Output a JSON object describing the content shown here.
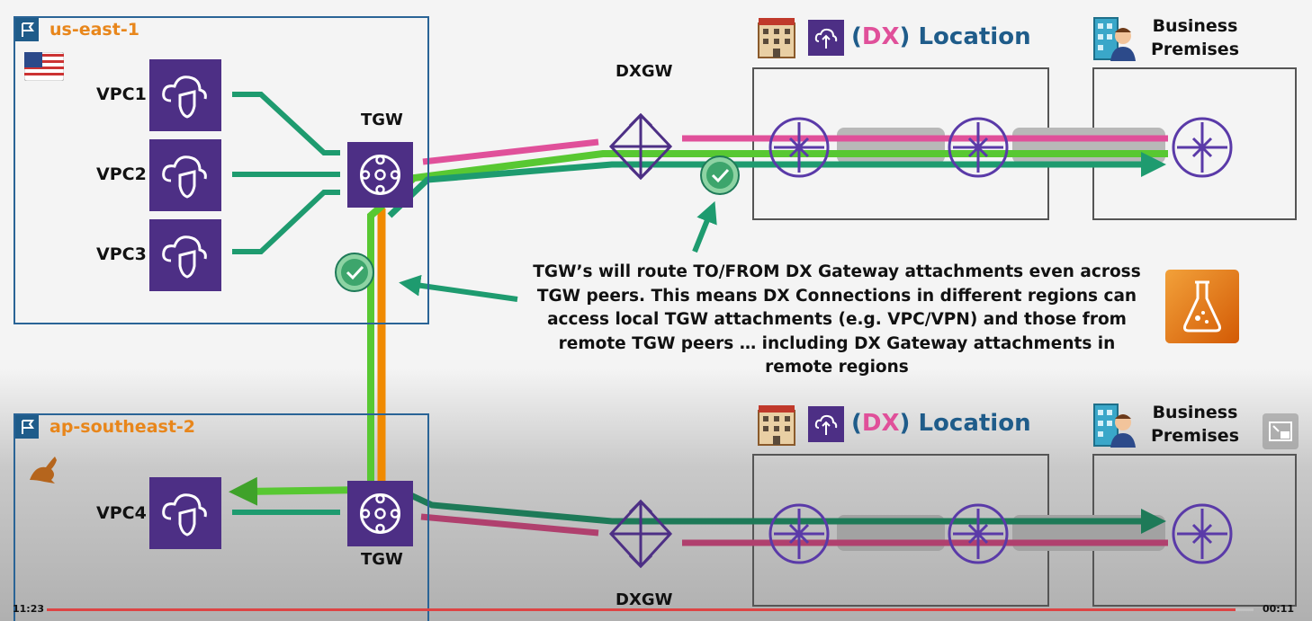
{
  "regions": {
    "top": {
      "title": "us-east-1"
    },
    "bottom": {
      "title": "ap-southeast-2"
    }
  },
  "vpcs": {
    "vpc1": "VPC1",
    "vpc2": "VPC2",
    "vpc3": "VPC3",
    "vpc4": "VPC4"
  },
  "tgw": {
    "top": "TGW",
    "bottom": "TGW"
  },
  "dxgw": {
    "top": "DXGW",
    "bottom": "DXGW"
  },
  "dx_location": {
    "open": "(",
    "dx": "DX",
    "close": ")",
    "word": " Location"
  },
  "business": {
    "line1": "Business",
    "line2": "Premises"
  },
  "note": "TGW’s will route TO/FROM DX Gateway attachments even across TGW peers. This means DX Connections in different regions can access local TGW attachments (e.g. VPC/VPN) and those from remote TGW peers … including DX Gateway attachments in remote regions",
  "player": {
    "elapsed": "11:23",
    "remaining": "00:11",
    "progress": 0.985
  },
  "colors": {
    "region_border": "#2a6496",
    "region_title": "#e8861b",
    "vpc_tile": "#4d2f85",
    "green_line": "#1e9b6f",
    "bright_green": "#58c832",
    "pink_line": "#e0509a",
    "orange_line": "#f08a00",
    "router": "#5a3aa8"
  },
  "icons": [
    "flag-icon",
    "us-flag-icon",
    "kangaroo-icon",
    "vpc-icon",
    "tgw-icon",
    "dxgw-icon",
    "router-icon",
    "building-icon",
    "dx-location-icon",
    "business-person-icon",
    "check-icon",
    "lab-flask-icon",
    "pip-icon"
  ]
}
